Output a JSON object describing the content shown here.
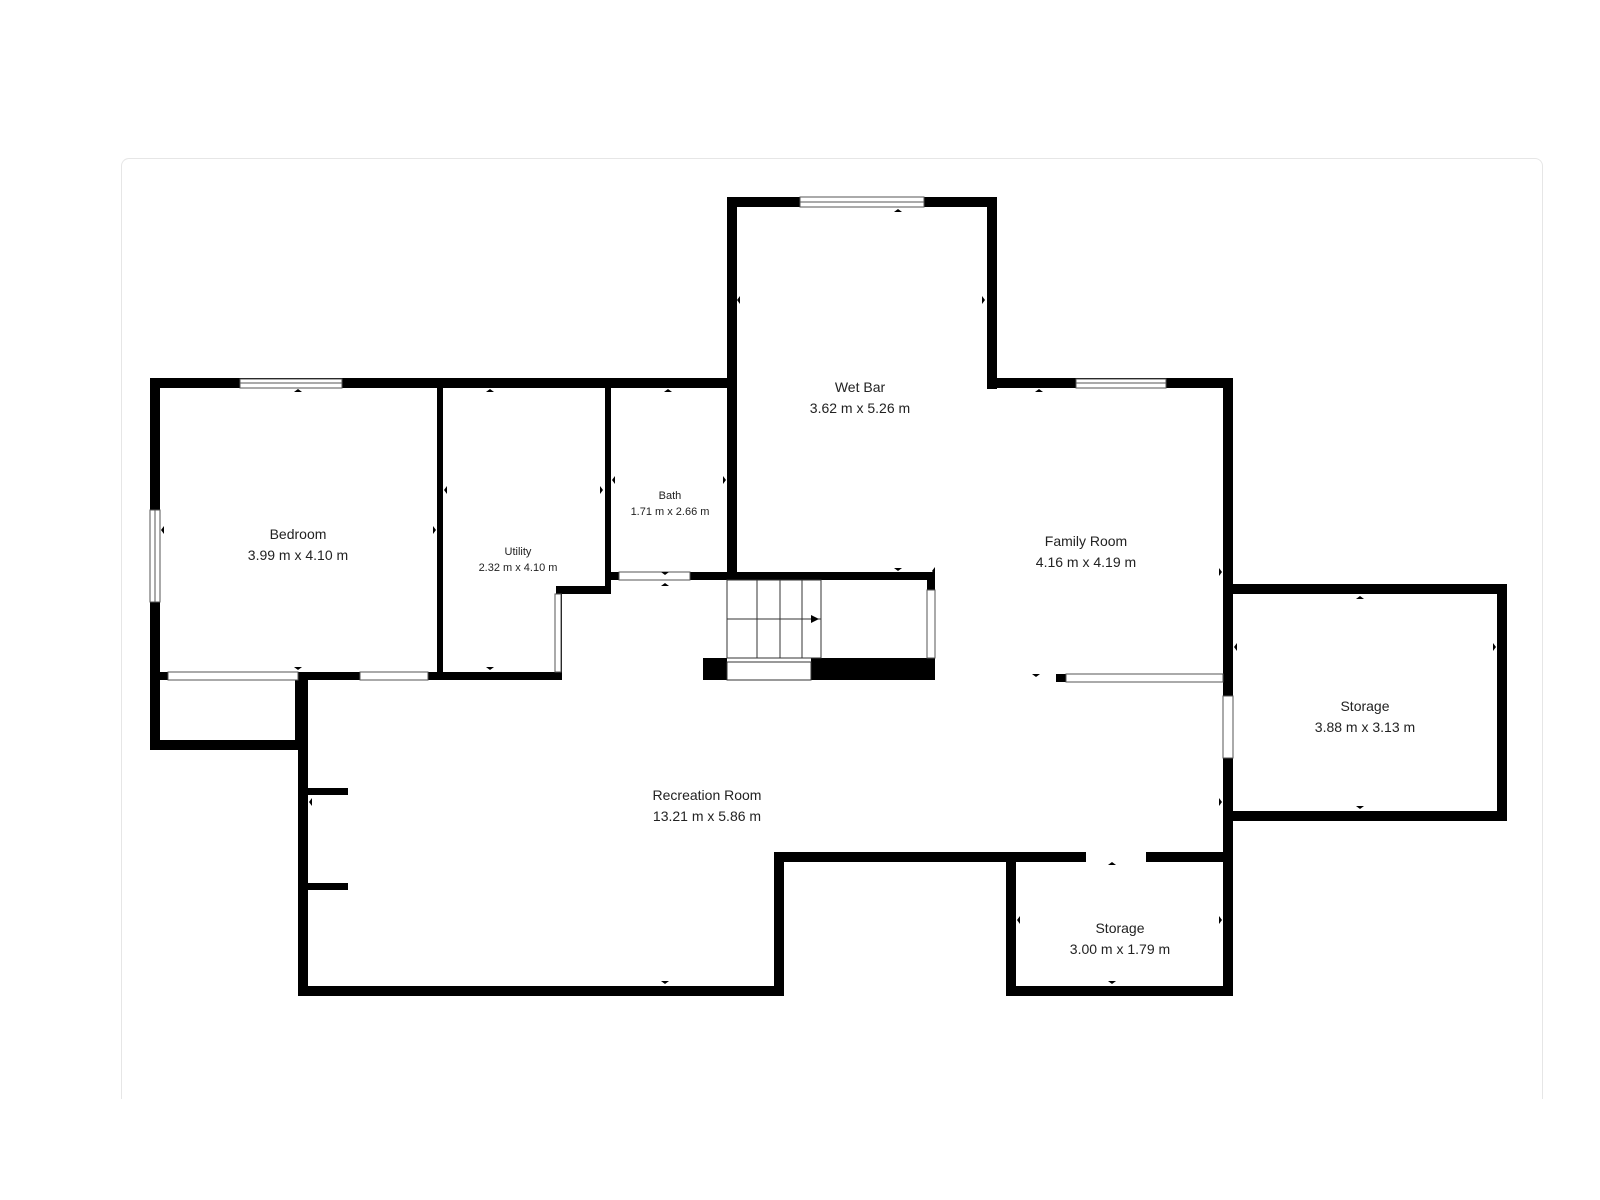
{
  "colors": {
    "wall": "#000000",
    "background": "#ffffff",
    "text": "#222222",
    "card_border": "#e6e6e6"
  },
  "rooms": {
    "wet_bar": {
      "name": "Wet Bar",
      "dims": "3.62 m x 5.26 m"
    },
    "bath": {
      "name": "Bath",
      "dims": "1.71 m x 2.66 m"
    },
    "bedroom": {
      "name": "Bedroom",
      "dims": "3.99 m x 4.10 m"
    },
    "utility": {
      "name": "Utility",
      "dims": "2.32 m x 4.10 m"
    },
    "family_room": {
      "name": "Family Room",
      "dims": "4.16 m x 4.19 m"
    },
    "storage_right": {
      "name": "Storage",
      "dims": "3.88 m x 3.13 m"
    },
    "recreation_room": {
      "name": "Recreation Room",
      "dims": "13.21 m x 5.86 m"
    },
    "storage_bottom": {
      "name": "Storage",
      "dims": "3.00 m x 1.79 m"
    }
  }
}
